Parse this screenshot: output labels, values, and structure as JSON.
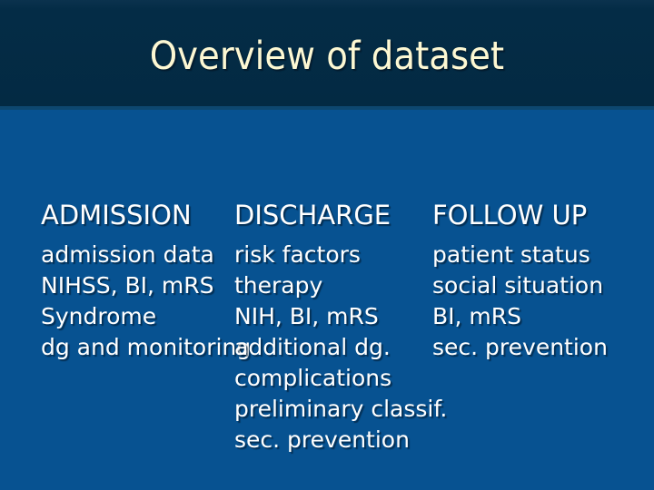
{
  "slide": {
    "title": "Overview of dataset",
    "columns": [
      {
        "id": "admission",
        "header": "ADMISSION",
        "items": [
          "admission data",
          "NIHSS, BI, mRS",
          "Syndrome",
          "dg and monitoring"
        ]
      },
      {
        "id": "discharge",
        "header": "DISCHARGE",
        "items": [
          "risk factors",
          "therapy",
          "NIH, BI, mRS",
          "additional dg.",
          "complications",
          "preliminary classif.",
          "sec. prevention"
        ]
      },
      {
        "id": "followup",
        "header": "FOLLOW UP",
        "items": [
          "patient status",
          "social situation",
          "BI, mRS",
          "sec. prevention"
        ]
      }
    ],
    "colors": {
      "title_bar_bg": "#042c46",
      "body_bg": "#075291",
      "divider": "#0d476f",
      "title_text": "#fdf8d3",
      "content_text": "#ffffff"
    }
  }
}
